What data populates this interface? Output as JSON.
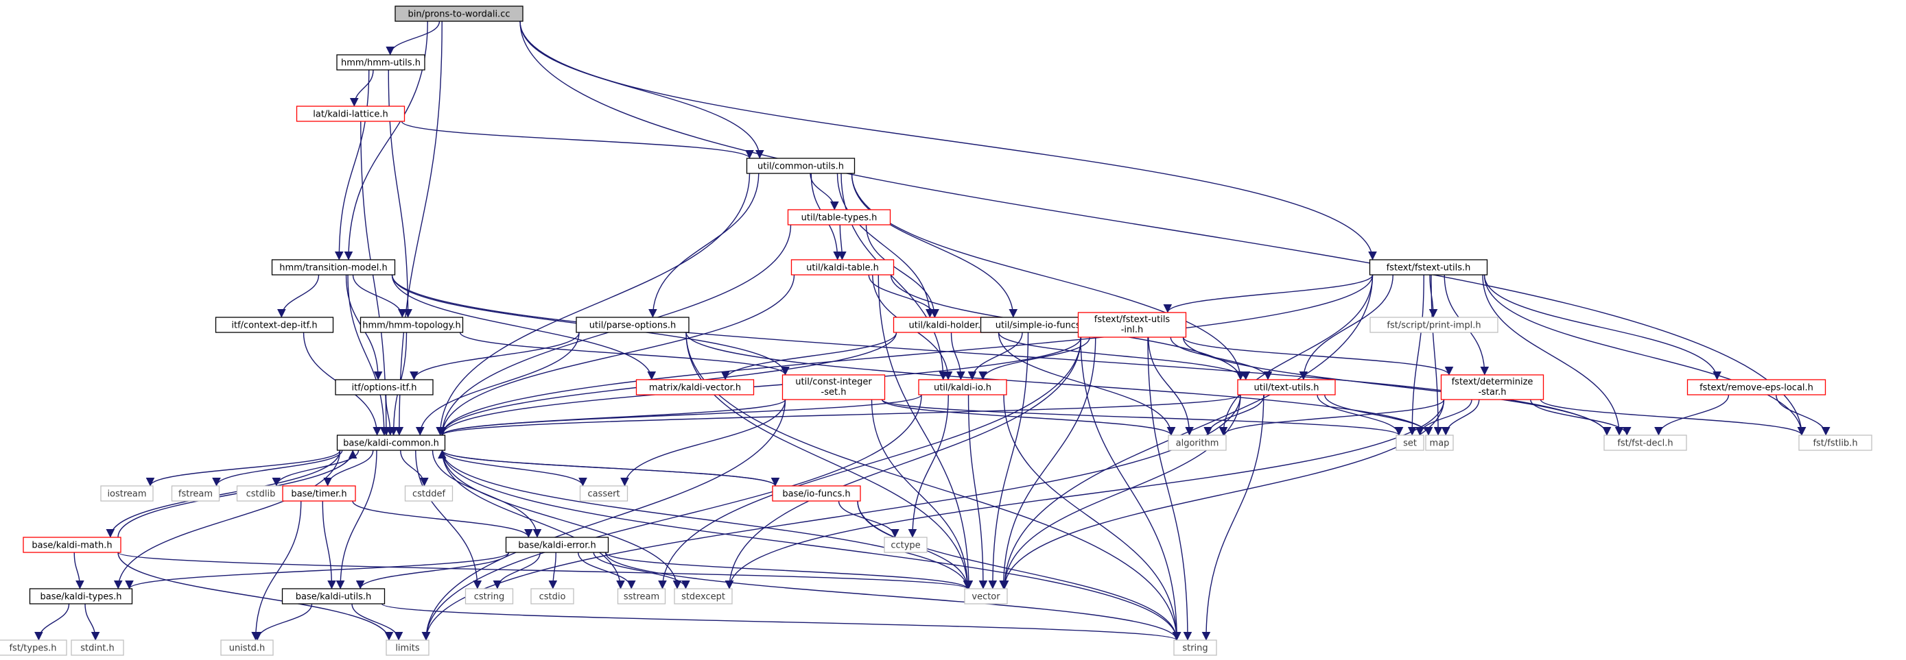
{
  "colors": {
    "edge": "#191970",
    "root_fill": "#bfbfbf",
    "box_border": "#000000",
    "truncated_border": "#ff0000",
    "system_border": "#bfbfbf",
    "background": "#ffffff"
  },
  "nodes": [
    {
      "id": "root",
      "lines": [
        "bin/prons-to-wordali.cc"
      ],
      "kind": "root"
    },
    {
      "id": "hmm_utils",
      "lines": [
        "hmm/hmm-utils.h"
      ],
      "kind": "normal"
    },
    {
      "id": "kaldi_lattice",
      "lines": [
        "lat/kaldi-lattice.h"
      ],
      "kind": "trunc"
    },
    {
      "id": "common_utils",
      "lines": [
        "util/common-utils.h"
      ],
      "kind": "normal"
    },
    {
      "id": "table_types",
      "lines": [
        "util/table-types.h"
      ],
      "kind": "trunc"
    },
    {
      "id": "kaldi_table",
      "lines": [
        "util/kaldi-table.h"
      ],
      "kind": "trunc"
    },
    {
      "id": "transition_model",
      "lines": [
        "hmm/transition-model.h"
      ],
      "kind": "normal"
    },
    {
      "id": "fstext_utils",
      "lines": [
        "fstext/fstext-utils.h"
      ],
      "kind": "normal"
    },
    {
      "id": "context_dep_itf",
      "lines": [
        "itf/context-dep-itf.h"
      ],
      "kind": "normal"
    },
    {
      "id": "hmm_topology",
      "lines": [
        "hmm/hmm-topology.h"
      ],
      "kind": "normal"
    },
    {
      "id": "parse_options",
      "lines": [
        "util/parse-options.h"
      ],
      "kind": "normal"
    },
    {
      "id": "kaldi_holder",
      "lines": [
        "util/kaldi-holder.h"
      ],
      "kind": "trunc"
    },
    {
      "id": "simple_io_funcs",
      "lines": [
        "util/simple-io-funcs.h"
      ],
      "kind": "normal"
    },
    {
      "id": "fstext_utils_inl",
      "lines": [
        "fstext/fstext-utils",
        "-inl.h"
      ],
      "kind": "trunc"
    },
    {
      "id": "print_impl",
      "lines": [
        "fst/script/print-impl.h"
      ],
      "kind": "system"
    },
    {
      "id": "options_itf",
      "lines": [
        "itf/options-itf.h"
      ],
      "kind": "normal"
    },
    {
      "id": "kaldi_vector",
      "lines": [
        "matrix/kaldi-vector.h"
      ],
      "kind": "trunc"
    },
    {
      "id": "const_integer_set",
      "lines": [
        "util/const-integer",
        "-set.h"
      ],
      "kind": "trunc"
    },
    {
      "id": "kaldi_io",
      "lines": [
        "util/kaldi-io.h"
      ],
      "kind": "trunc"
    },
    {
      "id": "text_utils",
      "lines": [
        "util/text-utils.h"
      ],
      "kind": "trunc"
    },
    {
      "id": "determinize_star",
      "lines": [
        "fstext/determinize",
        "-star.h"
      ],
      "kind": "trunc"
    },
    {
      "id": "remove_eps_local",
      "lines": [
        "fstext/remove-eps-local.h"
      ],
      "kind": "trunc"
    },
    {
      "id": "kaldi_common",
      "lines": [
        "base/kaldi-common.h"
      ],
      "kind": "normal"
    },
    {
      "id": "algorithm",
      "lines": [
        "algorithm"
      ],
      "kind": "system"
    },
    {
      "id": "set",
      "lines": [
        "set"
      ],
      "kind": "system"
    },
    {
      "id": "map",
      "lines": [
        "map"
      ],
      "kind": "system"
    },
    {
      "id": "fst_decl",
      "lines": [
        "fst/fst-decl.h"
      ],
      "kind": "system"
    },
    {
      "id": "fstlib",
      "lines": [
        "fst/fstlib.h"
      ],
      "kind": "system"
    },
    {
      "id": "iostream",
      "lines": [
        "iostream"
      ],
      "kind": "system"
    },
    {
      "id": "fstream",
      "lines": [
        "fstream"
      ],
      "kind": "system"
    },
    {
      "id": "cstdlib",
      "lines": [
        "cstdlib"
      ],
      "kind": "system"
    },
    {
      "id": "timer",
      "lines": [
        "base/timer.h"
      ],
      "kind": "trunc"
    },
    {
      "id": "cstddef",
      "lines": [
        "cstddef"
      ],
      "kind": "system"
    },
    {
      "id": "cassert",
      "lines": [
        "cassert"
      ],
      "kind": "system"
    },
    {
      "id": "io_funcs",
      "lines": [
        "base/io-funcs.h"
      ],
      "kind": "trunc"
    },
    {
      "id": "kaldi_math",
      "lines": [
        "base/kaldi-math.h"
      ],
      "kind": "trunc"
    },
    {
      "id": "kaldi_error",
      "lines": [
        "base/kaldi-error.h"
      ],
      "kind": "normal"
    },
    {
      "id": "cctype",
      "lines": [
        "cctype"
      ],
      "kind": "system"
    },
    {
      "id": "kaldi_types",
      "lines": [
        "base/kaldi-types.h"
      ],
      "kind": "normal"
    },
    {
      "id": "kaldi_utils",
      "lines": [
        "base/kaldi-utils.h"
      ],
      "kind": "normal"
    },
    {
      "id": "cstring",
      "lines": [
        "cstring"
      ],
      "kind": "system"
    },
    {
      "id": "cstdio",
      "lines": [
        "cstdio"
      ],
      "kind": "system"
    },
    {
      "id": "sstream",
      "lines": [
        "sstream"
      ],
      "kind": "system"
    },
    {
      "id": "stdexcept",
      "lines": [
        "stdexcept"
      ],
      "kind": "system"
    },
    {
      "id": "vector",
      "lines": [
        "vector"
      ],
      "kind": "system"
    },
    {
      "id": "fst_types",
      "lines": [
        "fst/types.h"
      ],
      "kind": "system"
    },
    {
      "id": "stdint",
      "lines": [
        "stdint.h"
      ],
      "kind": "system"
    },
    {
      "id": "unistd",
      "lines": [
        "unistd.h"
      ],
      "kind": "system"
    },
    {
      "id": "limits",
      "lines": [
        "limits"
      ],
      "kind": "system"
    },
    {
      "id": "string",
      "lines": [
        "string"
      ],
      "kind": "system"
    }
  ],
  "edges": [
    [
      "root",
      "hmm_utils"
    ],
    [
      "root",
      "common_utils"
    ],
    [
      "root",
      "fstext_utils"
    ],
    [
      "root",
      "transition_model"
    ],
    [
      "root",
      "kaldi_common"
    ],
    [
      "root",
      "fstlib"
    ],
    [
      "hmm_utils",
      "kaldi_lattice"
    ],
    [
      "hmm_utils",
      "transition_model"
    ],
    [
      "hmm_utils",
      "hmm_topology"
    ],
    [
      "kaldi_lattice",
      "common_utils"
    ],
    [
      "kaldi_lattice",
      "kaldi_common"
    ],
    [
      "common_utils",
      "table_types"
    ],
    [
      "common_utils",
      "kaldi_table"
    ],
    [
      "common_utils",
      "kaldi_holder"
    ],
    [
      "common_utils",
      "parse_options"
    ],
    [
      "common_utils",
      "simple_io_funcs"
    ],
    [
      "common_utils",
      "kaldi_io"
    ],
    [
      "common_utils",
      "text_utils"
    ],
    [
      "common_utils",
      "kaldi_common"
    ],
    [
      "table_types",
      "kaldi_table"
    ],
    [
      "table_types",
      "kaldi_holder"
    ],
    [
      "table_types",
      "kaldi_common"
    ],
    [
      "kaldi_table",
      "kaldi_holder"
    ],
    [
      "kaldi_table",
      "kaldi_io"
    ],
    [
      "kaldi_table",
      "text_utils"
    ],
    [
      "kaldi_table",
      "kaldi_common"
    ],
    [
      "kaldi_table",
      "vector"
    ],
    [
      "transition_model",
      "context_dep_itf"
    ],
    [
      "transition_model",
      "hmm_topology"
    ],
    [
      "transition_model",
      "options_itf"
    ],
    [
      "transition_model",
      "kaldi_vector"
    ],
    [
      "transition_model",
      "const_integer_set"
    ],
    [
      "transition_model",
      "kaldi_common"
    ],
    [
      "transition_model",
      "fst_decl"
    ],
    [
      "fstext_utils",
      "fstext_utils_inl"
    ],
    [
      "fstext_utils",
      "print_impl"
    ],
    [
      "fstext_utils",
      "determinize_star"
    ],
    [
      "fstext_utils",
      "remove_eps_local"
    ],
    [
      "fstext_utils",
      "text_utils"
    ],
    [
      "fstext_utils",
      "algorithm"
    ],
    [
      "fstext_utils",
      "set"
    ],
    [
      "fstext_utils",
      "map"
    ],
    [
      "fstext_utils",
      "fst_decl"
    ],
    [
      "fstext_utils",
      "fstlib"
    ],
    [
      "fstext_utils",
      "vector"
    ],
    [
      "fstext_utils",
      "kaldi_common"
    ],
    [
      "context_dep_itf",
      "kaldi_common"
    ],
    [
      "hmm_topology",
      "kaldi_common"
    ],
    [
      "hmm_topology",
      "const_integer_set"
    ],
    [
      "parse_options",
      "options_itf"
    ],
    [
      "parse_options",
      "kaldi_common"
    ],
    [
      "parse_options",
      "map"
    ],
    [
      "parse_options",
      "vector"
    ],
    [
      "parse_options",
      "string"
    ],
    [
      "kaldi_holder",
      "kaldi_io"
    ],
    [
      "kaldi_holder",
      "text_utils"
    ],
    [
      "kaldi_holder",
      "kaldi_vector"
    ],
    [
      "kaldi_holder",
      "kaldi_common"
    ],
    [
      "kaldi_holder",
      "algorithm"
    ],
    [
      "simple_io_funcs",
      "kaldi_io"
    ],
    [
      "simple_io_funcs",
      "vector"
    ],
    [
      "simple_io_funcs",
      "string"
    ],
    [
      "fstext_utils_inl",
      "text_utils"
    ],
    [
      "fstext_utils_inl",
      "kaldi_io"
    ],
    [
      "fstext_utils_inl",
      "algorithm"
    ],
    [
      "fstext_utils_inl",
      "determinize_star"
    ],
    [
      "fstext_utils_inl",
      "kaldi_common"
    ],
    [
      "fstext_utils_inl",
      "sstream"
    ],
    [
      "fstext_utils_inl",
      "stdexcept"
    ],
    [
      "fstext_utils_inl",
      "fst_decl"
    ],
    [
      "fstext_utils_inl",
      "string"
    ],
    [
      "fstext_utils_inl",
      "vector"
    ],
    [
      "options_itf",
      "kaldi_common"
    ],
    [
      "const_integer_set",
      "kaldi_common"
    ],
    [
      "const_integer_set",
      "vector"
    ],
    [
      "const_integer_set",
      "set"
    ],
    [
      "const_integer_set",
      "algorithm"
    ],
    [
      "const_integer_set",
      "limits"
    ],
    [
      "const_integer_set",
      "cassert"
    ],
    [
      "kaldi_io",
      "kaldi_common"
    ],
    [
      "kaldi_io",
      "cctype"
    ],
    [
      "kaldi_io",
      "vector"
    ],
    [
      "kaldi_io",
      "string"
    ],
    [
      "kaldi_io",
      "limits"
    ],
    [
      "text_utils",
      "kaldi_common"
    ],
    [
      "text_utils",
      "algorithm"
    ],
    [
      "text_utils",
      "map"
    ],
    [
      "text_utils",
      "set"
    ],
    [
      "text_utils",
      "vector"
    ],
    [
      "text_utils",
      "string"
    ],
    [
      "text_utils",
      "limits"
    ],
    [
      "determinize_star",
      "algorithm"
    ],
    [
      "determinize_star",
      "map"
    ],
    [
      "determinize_star",
      "set"
    ],
    [
      "determinize_star",
      "fst_decl"
    ],
    [
      "determinize_star",
      "fstlib"
    ],
    [
      "determinize_star",
      "vector"
    ],
    [
      "determinize_star",
      "stdexcept"
    ],
    [
      "remove_eps_local",
      "fst_decl"
    ],
    [
      "remove_eps_local",
      "fstlib"
    ],
    [
      "kaldi_common",
      "iostream"
    ],
    [
      "kaldi_common",
      "fstream"
    ],
    [
      "kaldi_common",
      "cstdlib"
    ],
    [
      "kaldi_common",
      "timer"
    ],
    [
      "kaldi_common",
      "cstddef"
    ],
    [
      "kaldi_common",
      "cassert"
    ],
    [
      "kaldi_common",
      "io_funcs"
    ],
    [
      "kaldi_common",
      "kaldi_math"
    ],
    [
      "kaldi_common",
      "kaldi_error"
    ],
    [
      "kaldi_common",
      "kaldi_types"
    ],
    [
      "kaldi_common",
      "kaldi_utils"
    ],
    [
      "kaldi_common",
      "cstring"
    ],
    [
      "kaldi_common",
      "sstream"
    ],
    [
      "kaldi_common",
      "stdexcept"
    ],
    [
      "kaldi_common",
      "vector"
    ],
    [
      "kaldi_common",
      "string"
    ],
    [
      "timer",
      "kaldi_utils"
    ],
    [
      "timer",
      "kaldi_error"
    ],
    [
      "timer",
      "unistd"
    ],
    [
      "io_funcs",
      "kaldi_common"
    ],
    [
      "io_funcs",
      "cctype"
    ],
    [
      "io_funcs",
      "vector"
    ],
    [
      "io_funcs",
      "string"
    ],
    [
      "kaldi_math",
      "kaldi_common"
    ],
    [
      "kaldi_math",
      "kaldi_types"
    ],
    [
      "kaldi_math",
      "vector"
    ],
    [
      "kaldi_math",
      "limits"
    ],
    [
      "kaldi_error",
      "kaldi_types"
    ],
    [
      "kaldi_error",
      "kaldi_utils"
    ],
    [
      "kaldi_error",
      "cstring"
    ],
    [
      "kaldi_error",
      "cstdio"
    ],
    [
      "kaldi_error",
      "sstream"
    ],
    [
      "kaldi_error",
      "stdexcept"
    ],
    [
      "kaldi_error",
      "vector"
    ],
    [
      "kaldi_error",
      "string"
    ],
    [
      "kaldi_types",
      "fst_types"
    ],
    [
      "kaldi_types",
      "stdint"
    ],
    [
      "kaldi_utils",
      "unistd"
    ],
    [
      "kaldi_utils",
      "limits"
    ],
    [
      "kaldi_utils",
      "string"
    ]
  ]
}
